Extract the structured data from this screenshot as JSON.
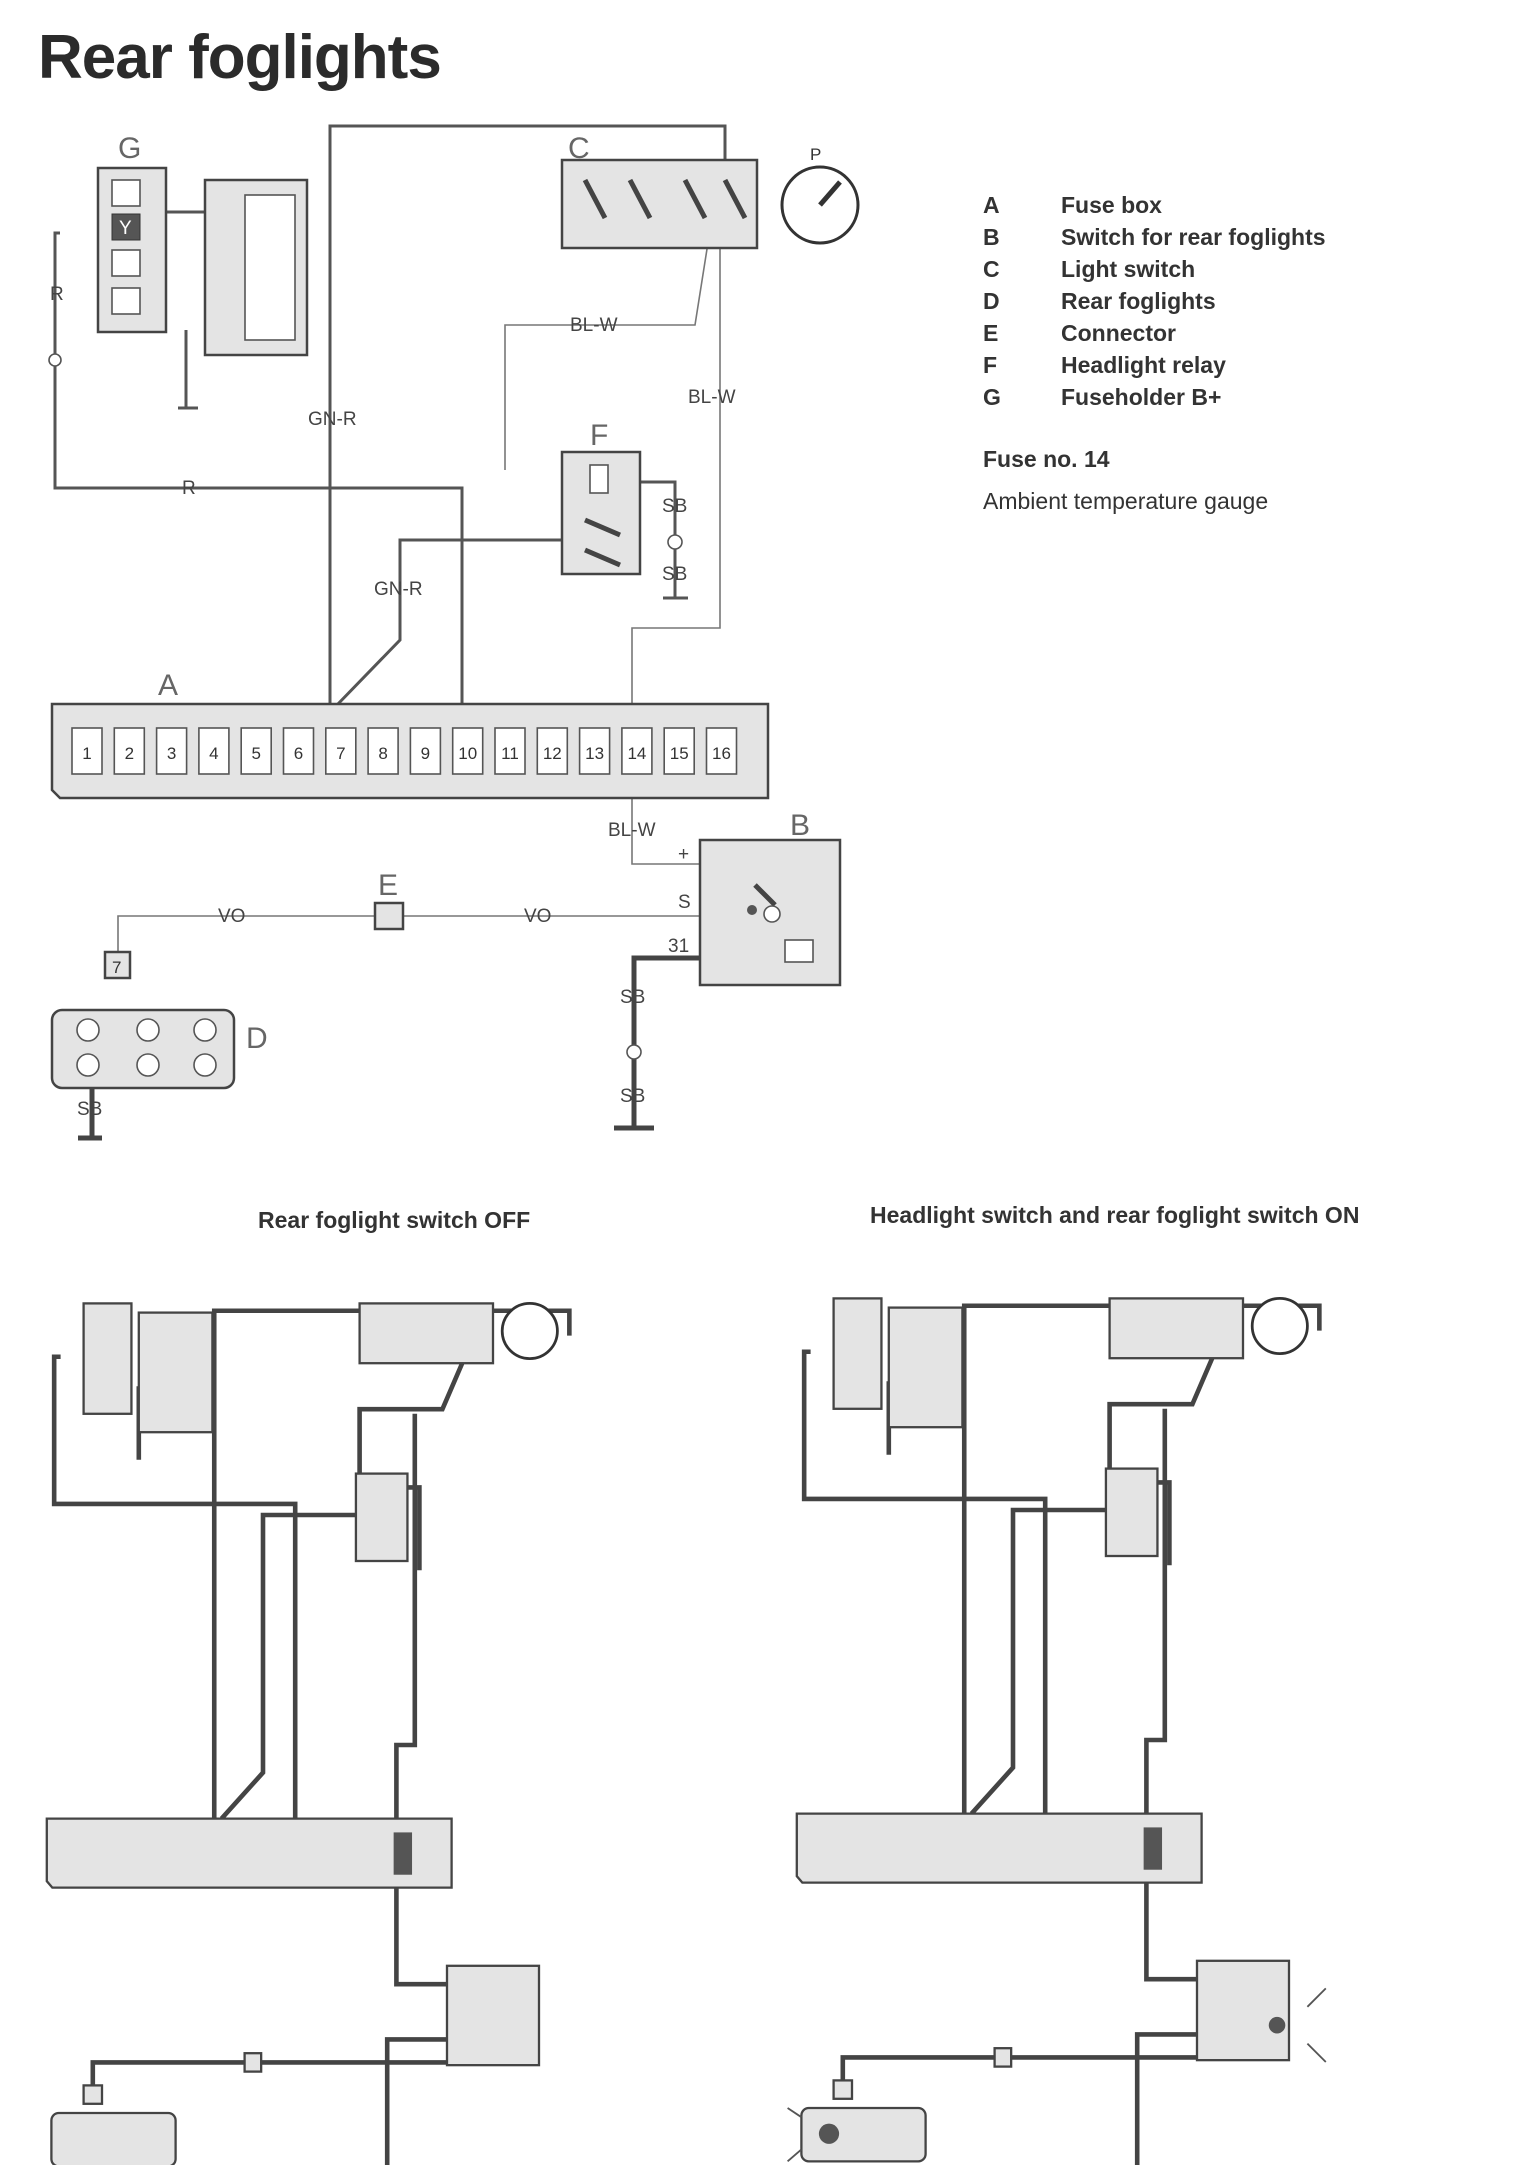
{
  "title": "Rear foglights",
  "legend": [
    {
      "key": "A",
      "text": "Fuse box"
    },
    {
      "key": "B",
      "text": "Switch for rear foglights"
    },
    {
      "key": "C",
      "text": "Light switch"
    },
    {
      "key": "D",
      "text": "Rear foglights"
    },
    {
      "key": "E",
      "text": "Connector"
    },
    {
      "key": "F",
      "text": "Headlight relay"
    },
    {
      "key": "G",
      "text": "Fuseholder B+"
    }
  ],
  "fuse_label": "Fuse no. 14",
  "fuse_description": "Ambient temperature gauge",
  "captions": {
    "off": "Rear foglight switch OFF",
    "on": "Headlight switch and rear foglight switch ON"
  },
  "component_letters": {
    "A": "A",
    "B": "B",
    "C": "C",
    "D": "D",
    "E": "E",
    "F": "F",
    "G": "G"
  },
  "wire_colors": {
    "r": "R",
    "gn_r": "GN-R",
    "bl_w": "BL-W",
    "sb": "SB",
    "vo": "VO"
  },
  "terminal_labels": {
    "plus": "+",
    "s": "S",
    "t31": "31",
    "y": "Y",
    "seven": "7",
    "p": "P"
  },
  "fuses": [
    "1",
    "2",
    "3",
    "4",
    "5",
    "6",
    "7",
    "8",
    "9",
    "10",
    "11",
    "12",
    "13",
    "14",
    "15",
    "16"
  ],
  "colors": {
    "wire": "#555555",
    "box_fill": "#e4e4e4",
    "active_fuse": "#555555"
  }
}
